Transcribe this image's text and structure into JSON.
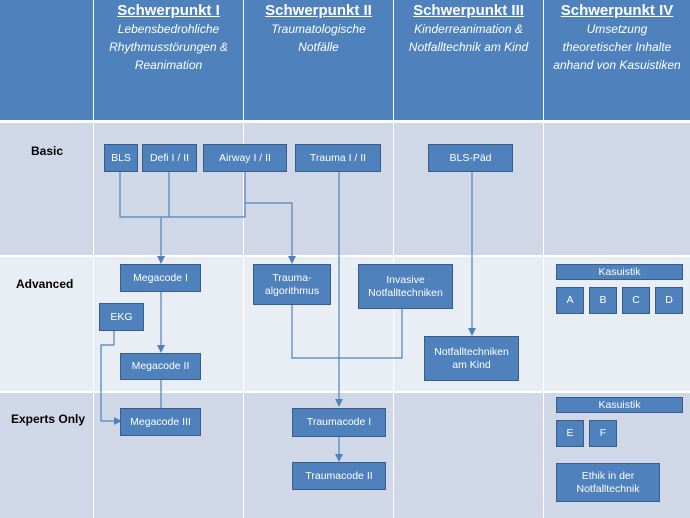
{
  "columns": [
    {
      "title": "Schwerpunkt I",
      "subtitle_lines": [
        "Lebensbedrohliche",
        "Rhythmusstörungen &",
        "Reanimation"
      ]
    },
    {
      "title": "Schwerpunkt II",
      "subtitle_lines": [
        "Traumatologische",
        "Notfälle"
      ]
    },
    {
      "title": "Schwerpunkt III",
      "subtitle_lines": [
        "Kinderreanimation &",
        "Notfalltechnik am Kind"
      ]
    },
    {
      "title": "Schwerpunkt IV",
      "subtitle_lines": [
        "Umsetzung",
        "theoretischer Inhalte",
        "anhand von Kasuistiken"
      ]
    }
  ],
  "rows": {
    "basic": "Basic",
    "advanced": "Advanced",
    "experts": "Experts Only"
  },
  "boxes": {
    "bls": "BLS",
    "defi": "Defi I / II",
    "airway": "Airway I / II",
    "trauma": "Trauma I / II",
    "bls_paed": "BLS-Päd",
    "megacode1": "Megacode I",
    "ekg": "EKG",
    "megacode2": "Megacode II",
    "megacode3": "Megacode III",
    "traumaalg_l1": "Trauma-",
    "traumaalg_l2": "algorithmus",
    "invasive_l1": "Invasive",
    "invasive_l2": "Notfalltechniken",
    "nfkind_l1": "Notfalltechniken",
    "nfkind_l2": "am Kind",
    "traumacode1": "Traumacode I",
    "traumacode2": "Traumacode II",
    "kasuistik_adv": "Kasuistik",
    "a": "A",
    "b": "B",
    "c": "C",
    "d": "D",
    "kasuistik_exp": "Kasuistik",
    "e": "E",
    "f": "F",
    "ethik_l1": "Ethik in der",
    "ethik_l2": "Notfalltechnik"
  },
  "colors": {
    "header": "#4f81bd",
    "box": "#4f81bd",
    "row_dark": "#d0d8e8",
    "row_light": "#e9edf4"
  }
}
